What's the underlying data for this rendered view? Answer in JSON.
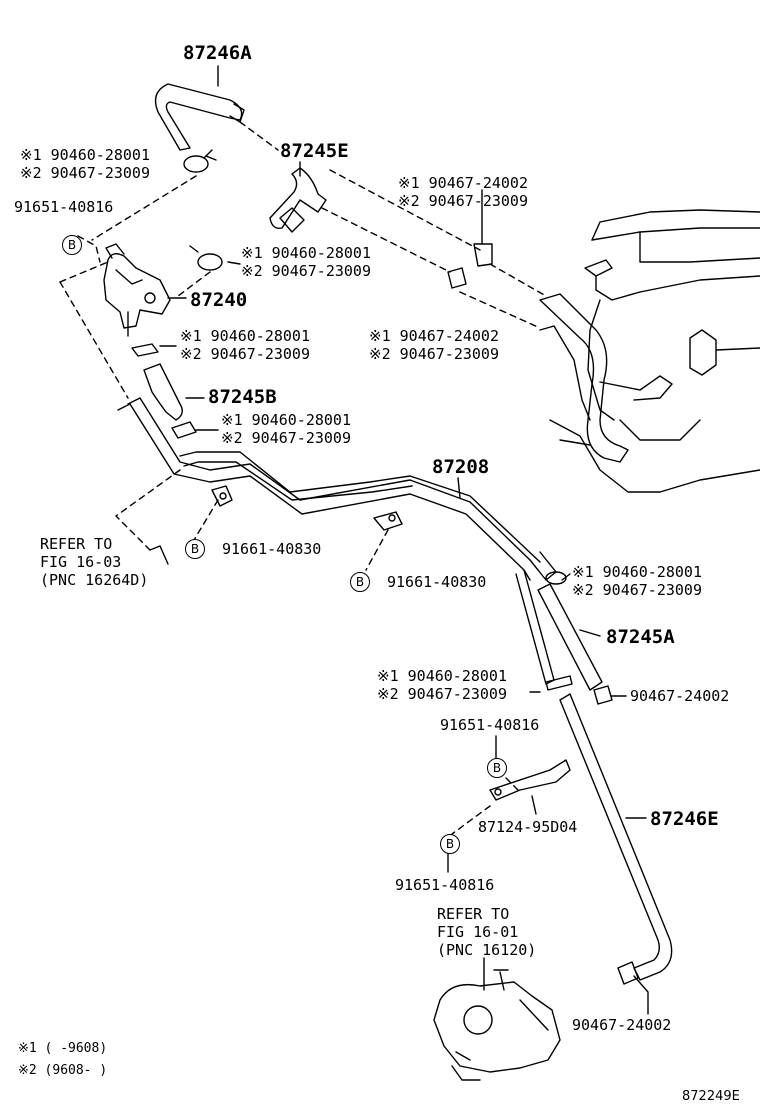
{
  "labels": {
    "p87246A": "87246A",
    "p87245E": "87245E",
    "p87240": "87240",
    "p87245B": "87245B",
    "p87208": "87208",
    "p87245A": "87245A",
    "p87246E": "87246E",
    "clamp_a1": "※1 90460-28001",
    "clamp_a2": "※2 90467-23009",
    "clamp_b1": "※1 90467-24002",
    "clamp_b2": "※2 90467-23009",
    "clamp_c1": "※1 90460-28001",
    "clamp_c2": "※2 90467-23009",
    "clamp_d1": "※1 90460-28001",
    "clamp_d2": "※2 90467-23009",
    "clamp_e1": "※1 90467-24002",
    "clamp_e2": "※2 90467-23009",
    "clamp_f1": "※1 90460-28001",
    "clamp_f2": "※2 90467-23009",
    "clamp_g1": "※1 90460-28001",
    "clamp_g2": "※2 90467-23009",
    "clamp_h1": "※1 90460-28001",
    "clamp_h2": "※2 90467-23009",
    "bolt_top": "91651-40816",
    "bolt_mid1": "91661-40830",
    "bolt_mid2": "91661-40830",
    "bolt_low_top": "91651-40816",
    "bolt_low_bottom": "91651-40816",
    "bracket": "87124-95D04",
    "clamp_right": "90467-24002",
    "clamp_bottom": "90467-24002",
    "b_mark": "B"
  },
  "refer_fig16_03": {
    "line1": "REFER TO",
    "line2": "FIG 16-03",
    "line3": "(PNC 16264D)"
  },
  "refer_fig16_01": {
    "line1": "REFER TO",
    "line2": "FIG 16-01",
    "line3": "(PNC 16120)"
  },
  "legend": {
    "note1": "※1 (     -9608)",
    "note2": "※2 (9608-      )"
  },
  "figure_id": "872249E"
}
